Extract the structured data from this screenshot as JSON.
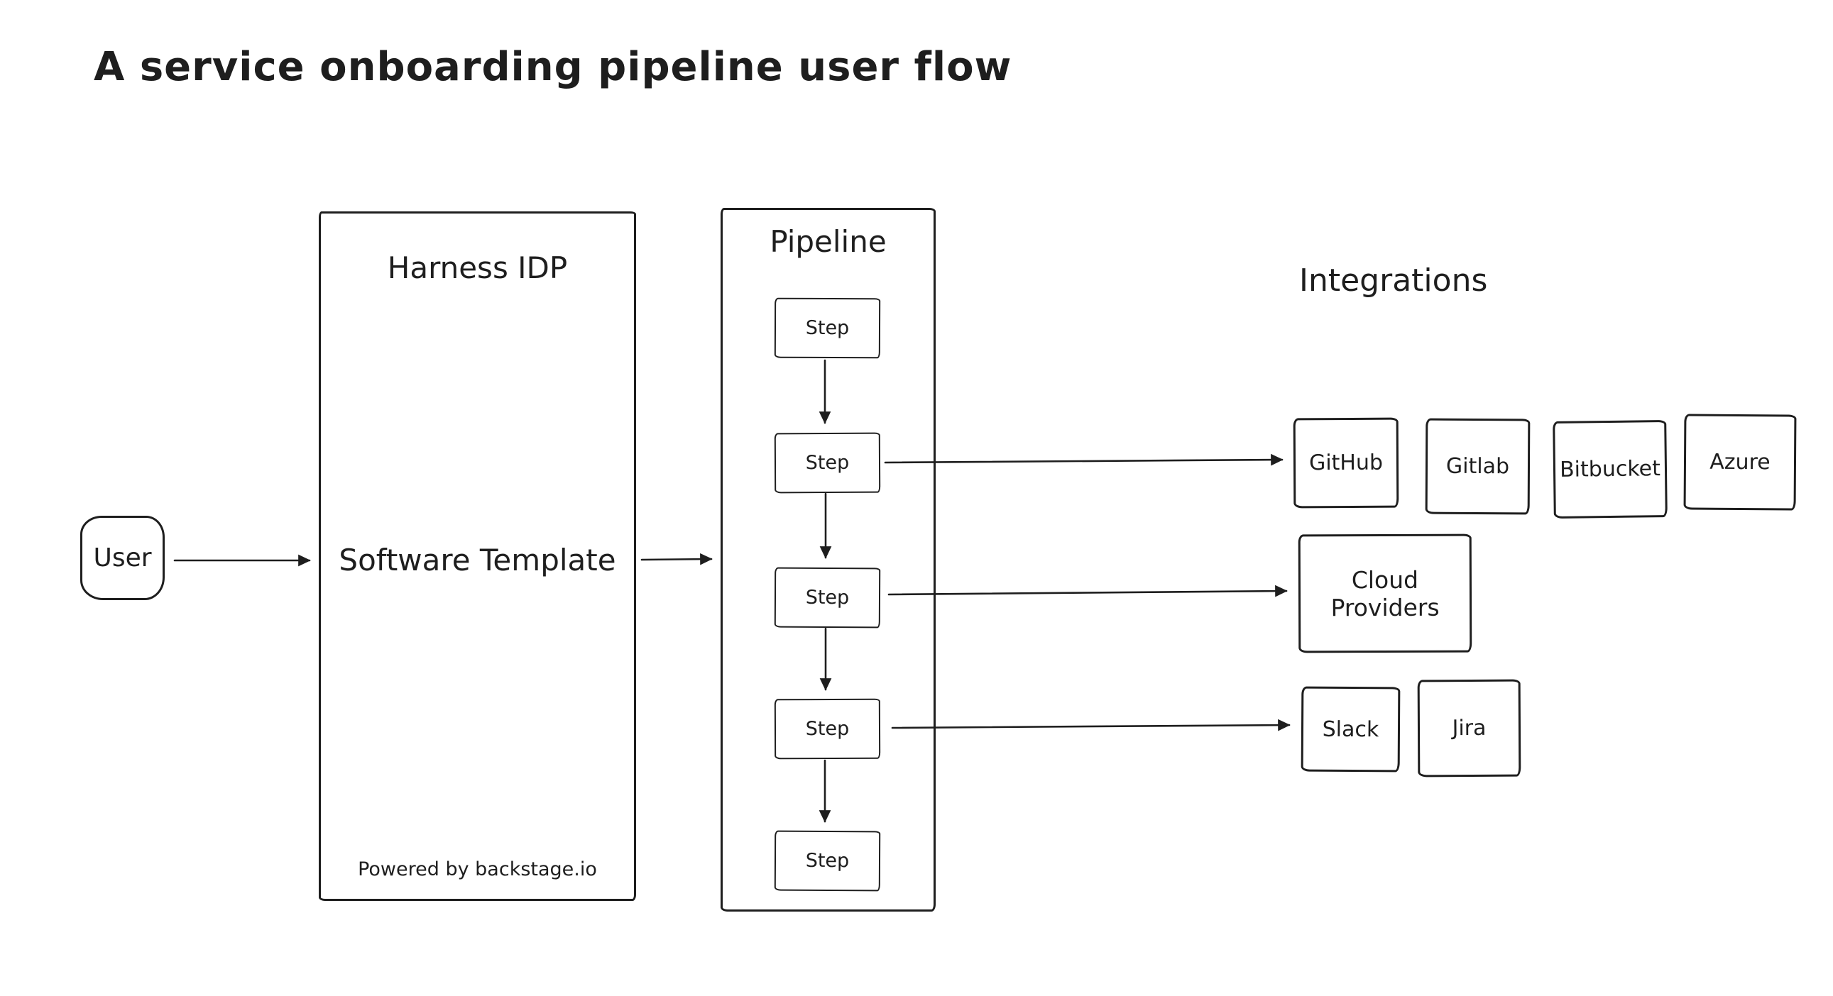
{
  "title": "A service onboarding pipeline user flow",
  "nodes": {
    "user": {
      "label": "User"
    },
    "harness": {
      "title": "Harness IDP",
      "label": "Software Template",
      "footer": "Powered by backstage.io"
    },
    "pipeline": {
      "title": "Pipeline",
      "steps": [
        {
          "label": "Step"
        },
        {
          "label": "Step"
        },
        {
          "label": "Step"
        },
        {
          "label": "Step"
        },
        {
          "label": "Step"
        }
      ]
    },
    "integrations": {
      "title": "Integrations",
      "source_control": [
        {
          "label": "GitHub"
        },
        {
          "label": "Gitlab"
        },
        {
          "label": "Bitbucket"
        },
        {
          "label": "Azure"
        }
      ],
      "cloud": [
        {
          "label": "Cloud Providers"
        }
      ],
      "collaboration": [
        {
          "label": "Slack"
        },
        {
          "label": "Jira"
        }
      ]
    }
  },
  "colors": {
    "stroke": "#1e1e1e",
    "background": "#ffffff"
  }
}
